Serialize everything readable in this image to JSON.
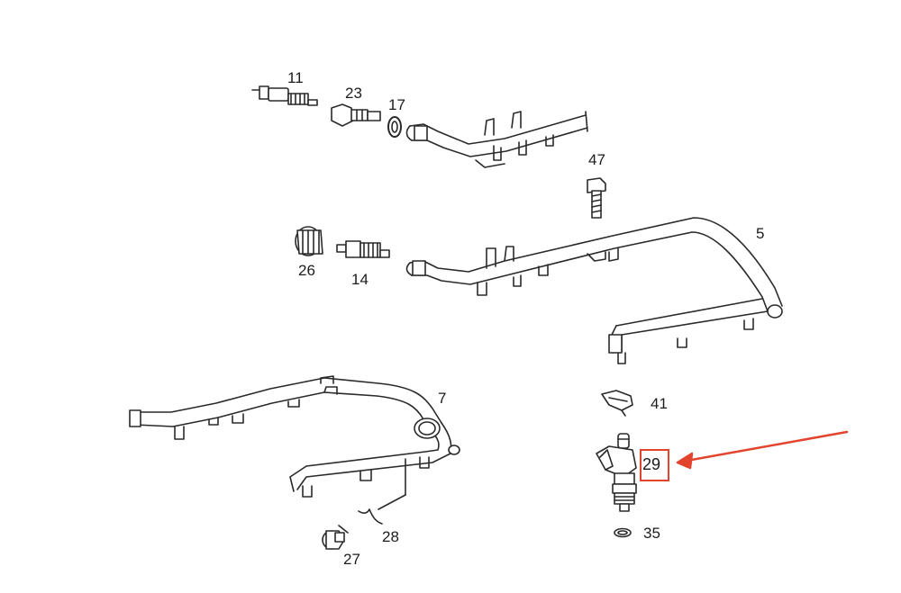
{
  "diagram": {
    "accent_color": "#e2442e",
    "parts": [
      {
        "id": "11",
        "label": "11"
      },
      {
        "id": "23",
        "label": "23"
      },
      {
        "id": "17",
        "label": "17"
      },
      {
        "id": "47",
        "label": "47"
      },
      {
        "id": "5",
        "label": "5"
      },
      {
        "id": "26",
        "label": "26"
      },
      {
        "id": "14",
        "label": "14"
      },
      {
        "id": "7",
        "label": "7"
      },
      {
        "id": "41",
        "label": "41"
      },
      {
        "id": "29",
        "label": "29"
      },
      {
        "id": "35",
        "label": "35"
      },
      {
        "id": "28",
        "label": "28"
      },
      {
        "id": "27",
        "label": "27"
      }
    ],
    "highlighted_part": "29"
  }
}
